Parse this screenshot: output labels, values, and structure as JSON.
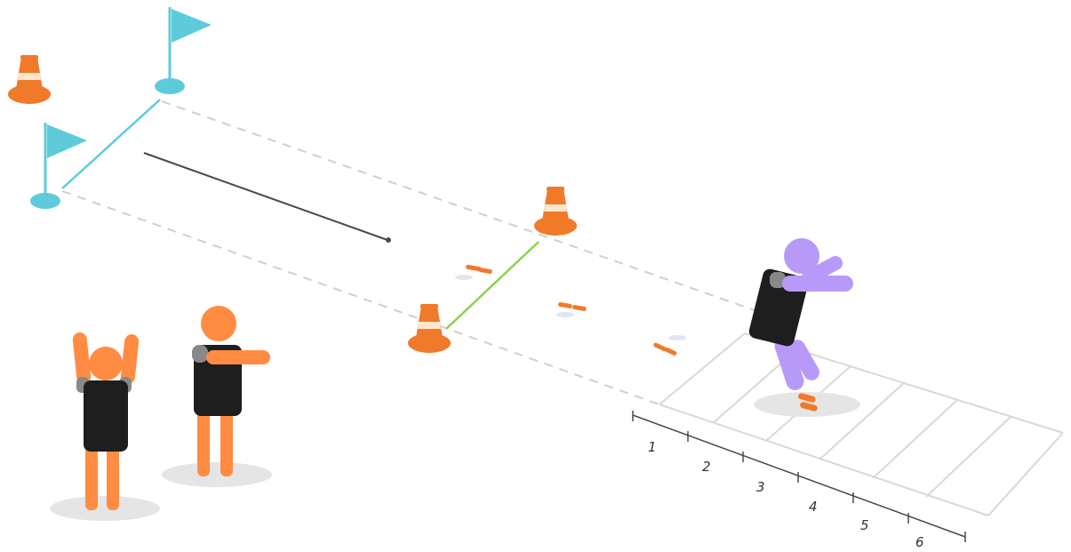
{
  "zone_numbers": [
    "1",
    "2",
    "3",
    "4",
    "5",
    "6"
  ],
  "colors": {
    "cone": "#f07a2a",
    "cone_stripe": "#fde7cf",
    "flag": "#5ecbdb",
    "athlete": "#ff8c42",
    "jumper": "#b79af7",
    "vest": "#1e1e1e",
    "guide_line": "#cfcfcf",
    "start_line": "#8fd14f",
    "shadow": "#e5e5e5"
  },
  "icons": [
    "cone-icon",
    "flag-icon",
    "footprint-icon",
    "referee-figure",
    "athlete-figure",
    "jumper-figure"
  ]
}
